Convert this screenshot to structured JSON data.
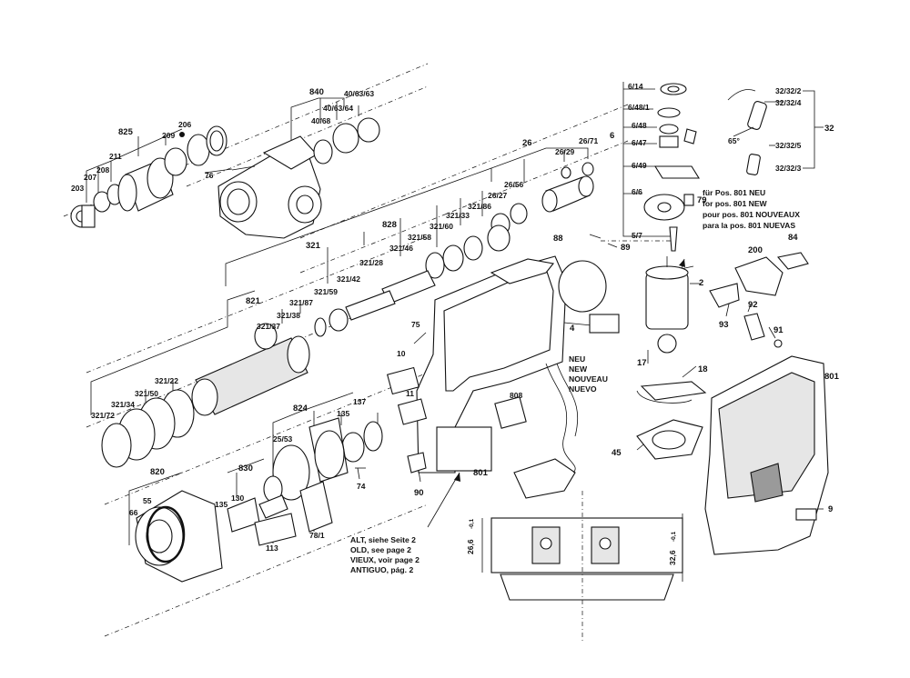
{
  "labels": {
    "825": "825",
    "840": "840",
    "206": "206",
    "209": "209",
    "211": "211",
    "208": "208",
    "207": "207",
    "203": "203",
    "76": "76",
    "40_63_63": "40/63/63",
    "40_63_64": "40/63/64",
    "40_68": "40/68",
    "26": "26",
    "26_29": "26/29",
    "26_71": "26/71",
    "26_56": "26/56",
    "26_27": "26/27",
    "321": "321",
    "828": "828",
    "321_86": "321/86",
    "321_33": "321/33",
    "321_60": "321/60",
    "321_58": "321/58",
    "321_46": "321/46",
    "321_28": "321/28",
    "321_42": "321/42",
    "321_59": "321/59",
    "821": "821",
    "321_87": "321/87",
    "321_38": "321/38",
    "321_37": "321/37",
    "321_22": "321/22",
    "321_50": "321/50",
    "321_34": "321/34",
    "321_72": "321/72",
    "824": "824",
    "137": "137",
    "135a": "135",
    "25_53": "25/53",
    "830": "830",
    "820": "820",
    "55": "55",
    "66": "66",
    "135b": "135",
    "130": "130",
    "113": "113",
    "78_1": "78/1",
    "74": "74",
    "75": "75",
    "10": "10",
    "11": "11",
    "801a": "801",
    "808": "808",
    "90": "90",
    "88": "88",
    "89": "89",
    "6_14": "6/14",
    "6_48_1": "6/48/1",
    "6_48": "6/48",
    "6": "6",
    "6_47": "6/47",
    "6_49": "6/49",
    "6_6": "6/6",
    "79": "79",
    "5_7": "5/7",
    "2": "2",
    "4": "4",
    "17": "17",
    "18": "18",
    "45": "45",
    "32_32_2": "32/32/2",
    "32_32_4": "32/32/4",
    "32": "32",
    "32_32_5": "32/32/5",
    "32_32_3": "32/32/3",
    "angle": "65°",
    "200": "200",
    "84": "84",
    "92": "92",
    "93": "93",
    "91": "91",
    "801b": "801",
    "9": "9",
    "dim_26_6": "26,6",
    "dim_26_6_tol": "-0,1",
    "dim_32_6": "32,6",
    "dim_32_6_tol": "-0,1"
  },
  "notes": {
    "new_for": [
      "für Pos. 801 NEU",
      "for pos. 801 NEW",
      "pour pos. 801 NOUVEAUX",
      "para la pos. 801 NUEVAS"
    ],
    "new_word": [
      "NEU",
      "NEW",
      "NOUVEAU",
      "NUEVO"
    ],
    "old_see": [
      "ALT, siehe Seite 2",
      "OLD, see page 2",
      "VIEUX, voir page 2",
      "ANTIGUO, pág. 2"
    ]
  }
}
